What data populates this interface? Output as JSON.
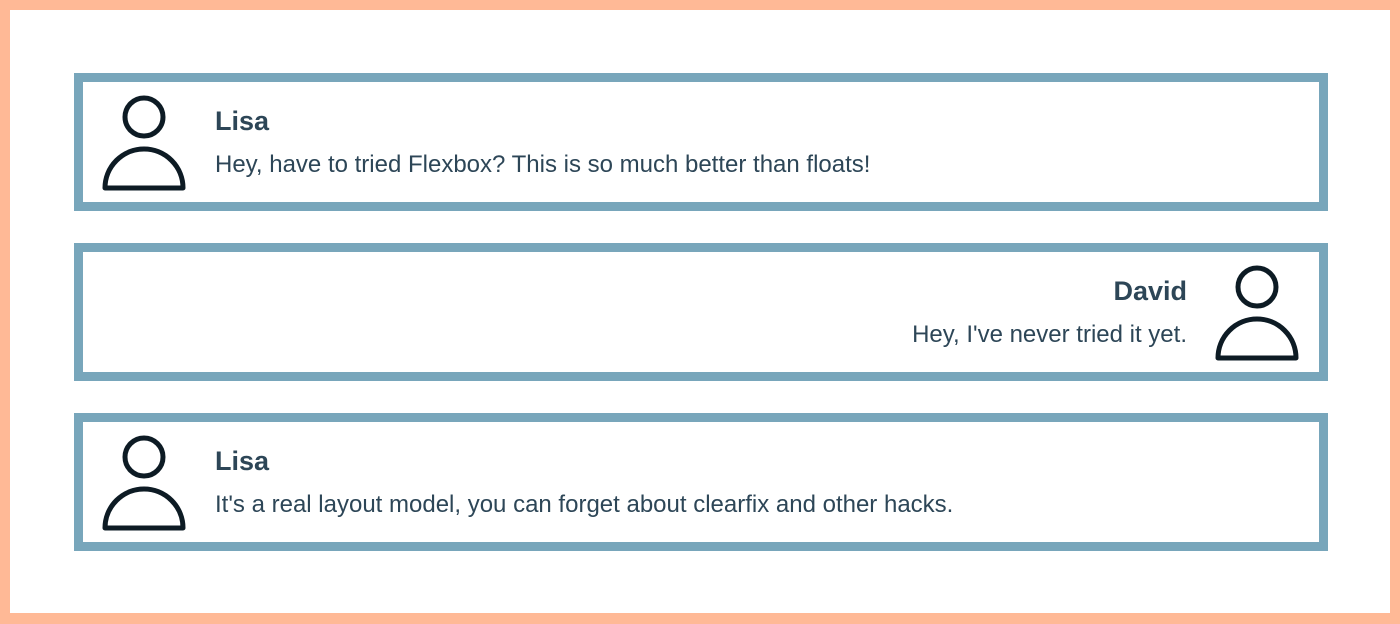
{
  "messages": [
    {
      "sender": "Lisa",
      "text": "Hey, have to tried Flexbox? This is so much better than floats!",
      "side": "left",
      "avatar_icon": "user-avatar-icon"
    },
    {
      "sender": "David",
      "text": "Hey, I've never tried it yet.",
      "side": "right",
      "avatar_icon": "user-avatar-icon"
    },
    {
      "sender": "Lisa",
      "text": "It's a real layout model, you can forget about clearfix and other hacks.",
      "side": "left",
      "avatar_icon": "user-avatar-icon"
    }
  ],
  "colors": {
    "page_border": "#ffb996",
    "card_border": "#78a6bb",
    "text": "#2d4657",
    "icon_stroke": "#0d1b24"
  }
}
